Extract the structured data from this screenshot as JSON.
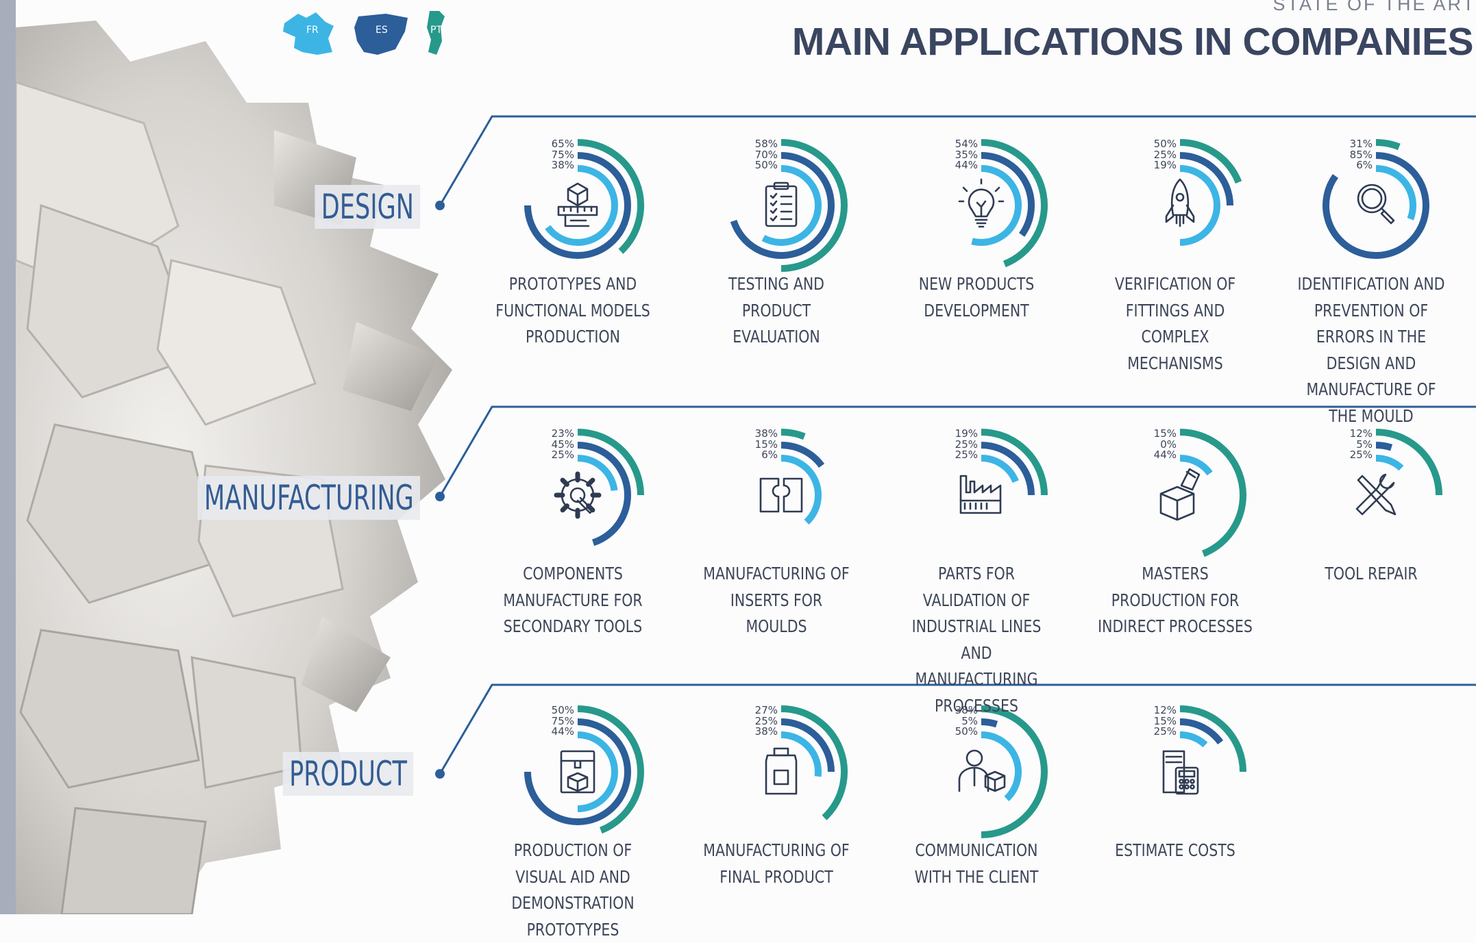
{
  "header": {
    "subtitle": "STATE OF THE ART",
    "title": "MAIN APPLICATIONS IN COMPANIES"
  },
  "countries": [
    "FR",
    "ES",
    "PT"
  ],
  "colors": {
    "FR": "#3cb5e5",
    "ES": "#2c5e99",
    "PT": "#27998a",
    "line": "#2c5e99"
  },
  "chart_data": {
    "type": "radial-bar",
    "series": [
      {
        "name": "FR",
        "color": "#3cb5e5"
      },
      {
        "name": "ES",
        "color": "#2c5e99"
      },
      {
        "name": "PT",
        "color": "#27998a"
      }
    ],
    "sections": [
      {
        "name": "DESIGN",
        "items": [
          {
            "label": "PROTOTYPES AND FUNCTIONAL MODELS PRODUCTION",
            "icon": "prototype-icon",
            "values": [
              65,
              75,
              38
            ]
          },
          {
            "label": "TESTING AND PRODUCT EVALUATION",
            "icon": "clipboard-icon",
            "values": [
              58,
              70,
              50
            ]
          },
          {
            "label": "NEW PRODUCTS DEVELOPMENT",
            "icon": "lightbulb-icon",
            "values": [
              54,
              35,
              44
            ]
          },
          {
            "label": "VERIFICATION OF FITTINGS AND COMPLEX MECHANISMS",
            "icon": "rocket-icon",
            "values": [
              50,
              25,
              19
            ]
          },
          {
            "label": "IDENTIFICATION AND PREVENTION OF ERRORS IN THE DESIGN AND MANUFACTURE OF THE MOULD",
            "icon": "magnifier-icon",
            "values": [
              31,
              85,
              6
            ]
          }
        ]
      },
      {
        "name": "MANUFACTURING",
        "items": [
          {
            "label": "COMPONENTS MANUFACTURE FOR SECONDARY TOOLS",
            "icon": "gear-icon",
            "values": [
              23,
              45,
              25
            ]
          },
          {
            "label": "MANUFACTURING OF INSERTS FOR MOULDS",
            "icon": "mould-icon",
            "values": [
              38,
              15,
              6
            ]
          },
          {
            "label": "PARTS FOR VALIDATION OF INDUSTRIAL LINES AND MANUFACTURING PROCESSES",
            "icon": "factory-icon",
            "values": [
              19,
              25,
              25
            ]
          },
          {
            "label": "MASTERS PRODUCTION FOR INDIRECT PROCESSES",
            "icon": "box-icon",
            "values": [
              15,
              0,
              44
            ]
          },
          {
            "label": "TOOL REPAIR",
            "icon": "tools-icon",
            "values": [
              12,
              5,
              25
            ]
          }
        ]
      },
      {
        "name": "PRODUCT",
        "items": [
          {
            "label": "PRODUCTION OF  VISUAL AID AND DEMONSTRATION PROTOTYPES",
            "icon": "printer-3d-icon",
            "values": [
              50,
              75,
              44
            ]
          },
          {
            "label": "MANUFACTURING OF FINAL PRODUCT",
            "icon": "bottle-icon",
            "values": [
              27,
              25,
              38
            ]
          },
          {
            "label": "COMMUNICATION WITH THE CLIENT",
            "icon": "client-icon",
            "values": [
              38,
              5,
              50
            ]
          },
          {
            "label": "ESTIMATE COSTS",
            "icon": "calculator-icon",
            "values": [
              12,
              15,
              25
            ]
          }
        ]
      }
    ]
  }
}
